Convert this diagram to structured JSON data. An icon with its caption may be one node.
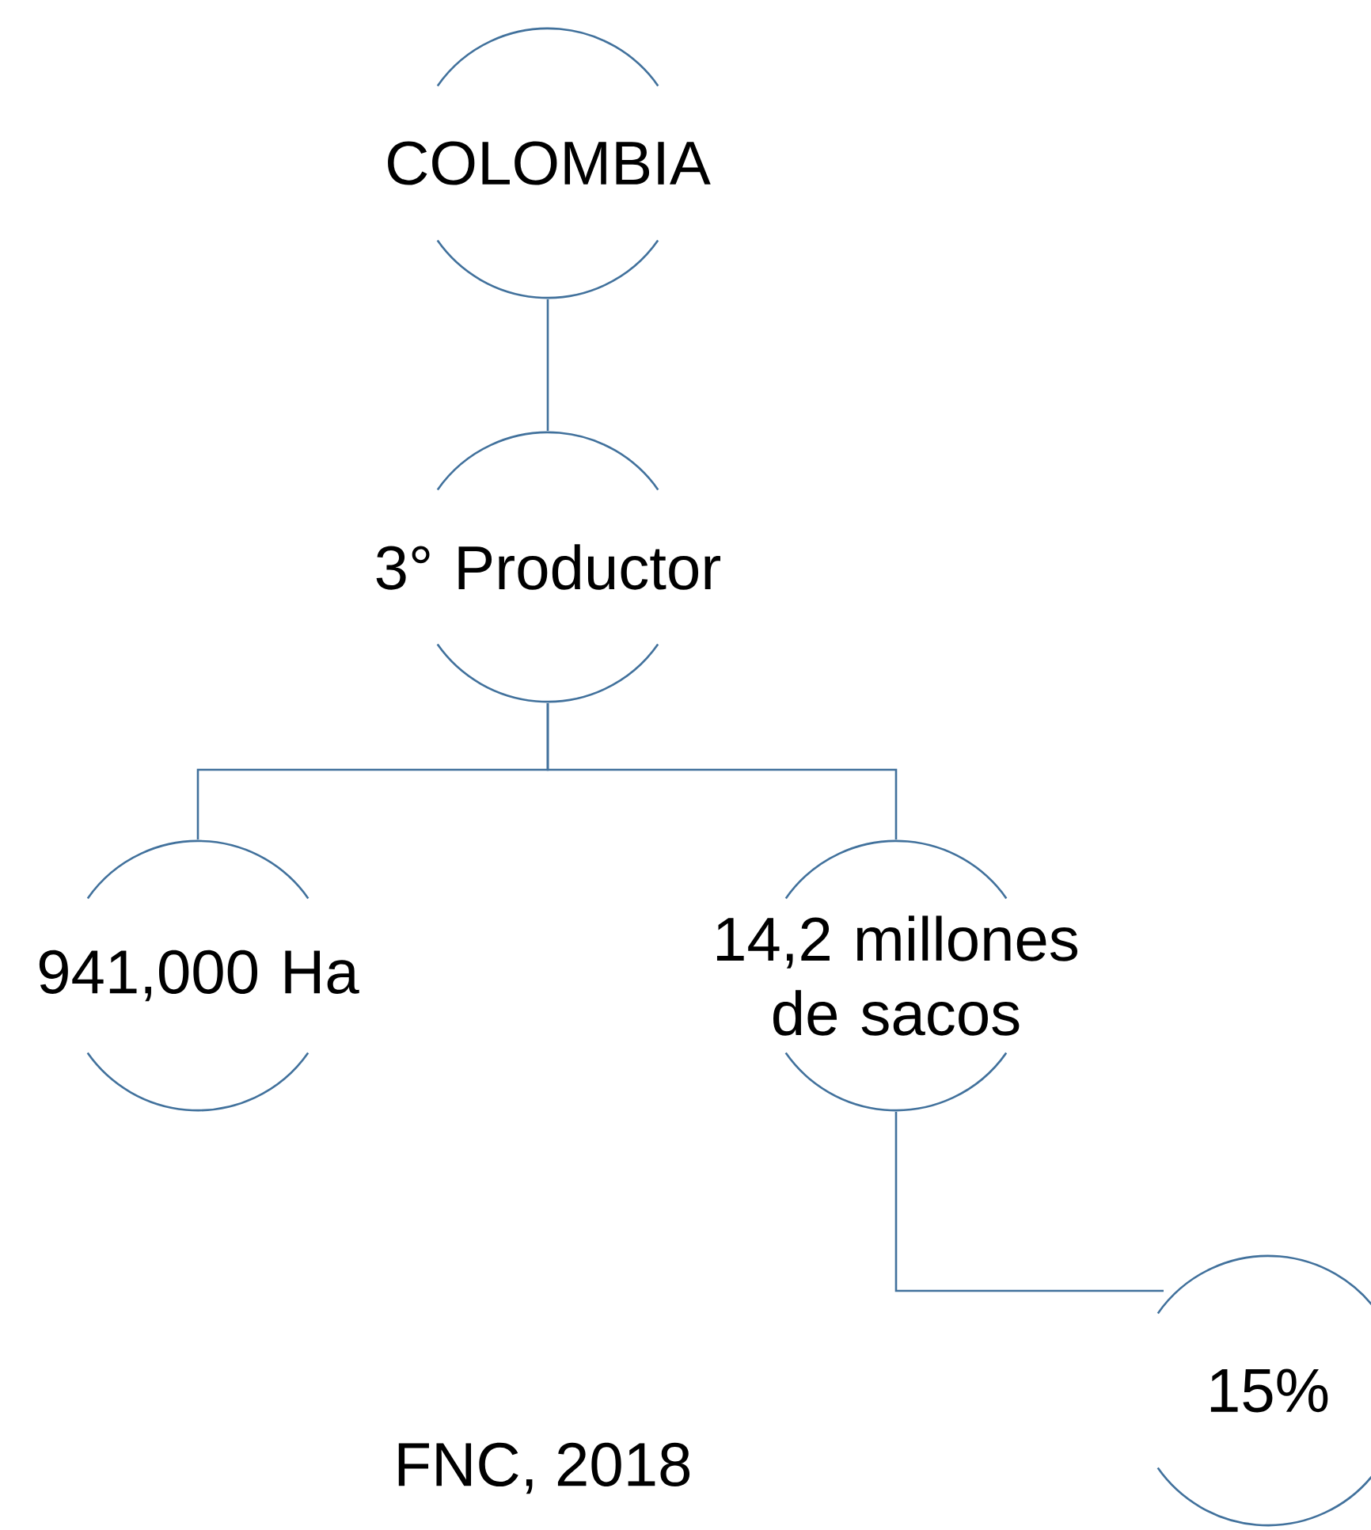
{
  "diagram": {
    "nodes": [
      {
        "text": [
          "COLOMBIA"
        ]
      },
      {
        "text": [
          "3° Productor"
        ]
      },
      {
        "text": [
          "941,000 Ha"
        ]
      },
      {
        "text": [
          "14,2 millones de sacos"
        ]
      },
      {
        "text": [
          "15%"
        ]
      }
    ],
    "edges": [
      {
        "from": 0,
        "to": 1,
        "arrow": "none"
      },
      {
        "from": 1,
        "to": 2,
        "arrow": "none"
      },
      {
        "from": 1,
        "to": 3,
        "arrow": "none"
      },
      {
        "from": 3,
        "to": 4,
        "arrow": "none"
      }
    ],
    "labels": [
      "FNC, 2018"
    ]
  }
}
